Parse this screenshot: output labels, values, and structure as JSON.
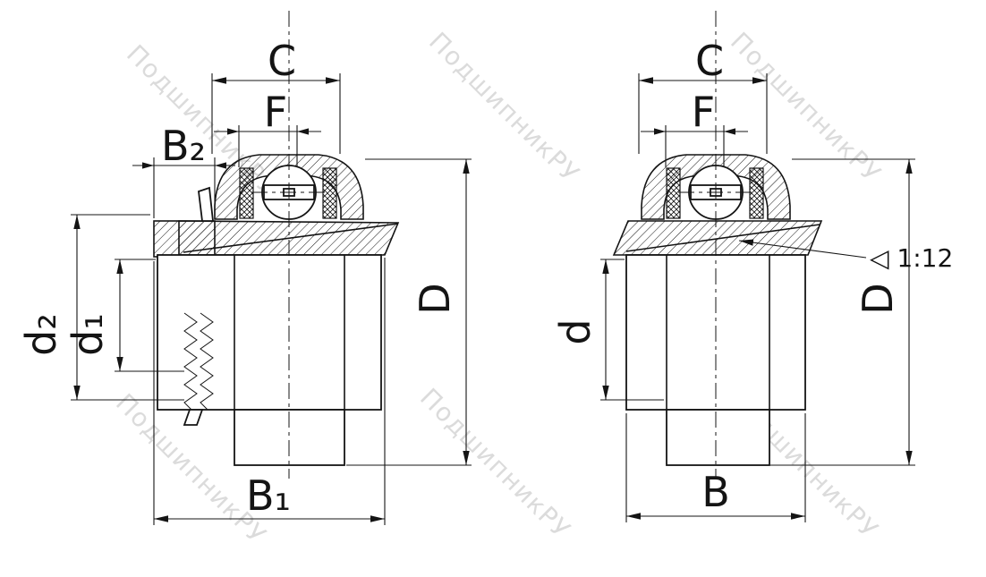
{
  "colors": {
    "background": "#ffffff",
    "line": "#141414",
    "watermark": "#c6c6c6"
  },
  "watermark": {
    "text": "ПодшипникРУ"
  },
  "left_view": {
    "dim_c": "C",
    "dim_f": "F",
    "dim_b2": "B₂",
    "dim_d2": "d₂",
    "dim_d1": "d₁",
    "dim_D": "D",
    "dim_b1": "B₁"
  },
  "right_view": {
    "dim_c": "C",
    "dim_f": "F",
    "dim_d": "d",
    "dim_D": "D",
    "dim_b": "B",
    "taper_note": "◁ 1:12"
  }
}
